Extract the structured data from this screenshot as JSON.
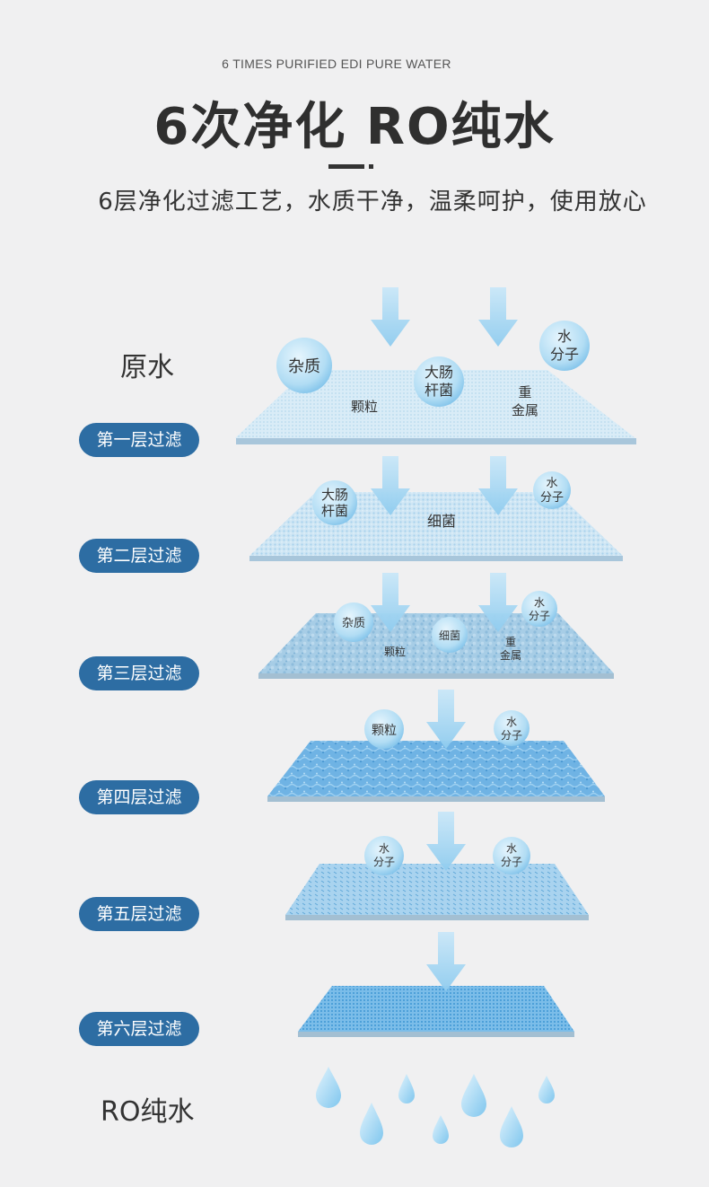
{
  "header": {
    "subtitle_en": "6 TIMES PURIFIED EDI PURE WATER",
    "title": "6次净化  RO纯水",
    "description": "6层净化过滤工艺，水质干净，温柔呵护，使用放心"
  },
  "side_labels": {
    "input": "原水",
    "output": "RO纯水"
  },
  "layers": [
    {
      "label": "第一层过滤",
      "bubbles": [
        "杂质",
        "大肠\n杆菌",
        "水\n分子"
      ],
      "texts": [
        "颗粒",
        "重\n金属"
      ]
    },
    {
      "label": "第二层过滤",
      "bubbles": [
        "大肠\n杆菌",
        "水\n分子"
      ],
      "texts": [
        "细菌"
      ]
    },
    {
      "label": "第三层过滤",
      "bubbles": [
        "杂质",
        "细菌",
        "水\n分子"
      ],
      "texts": [
        "颗粒",
        "重\n金属"
      ]
    },
    {
      "label": "第四层过滤",
      "bubbles": [
        "颗粒",
        "水\n分子"
      ],
      "texts": []
    },
    {
      "label": "第五层过滤",
      "bubbles": [
        "水\n分子",
        "水\n分子"
      ],
      "texts": []
    },
    {
      "label": "第六层过滤",
      "bubbles": [],
      "texts": []
    }
  ],
  "colors": {
    "pill": "#2d6da3",
    "arrow": "#9fd3f0",
    "bubble": "#a9d9f3",
    "drop": "#8fcdf0"
  }
}
